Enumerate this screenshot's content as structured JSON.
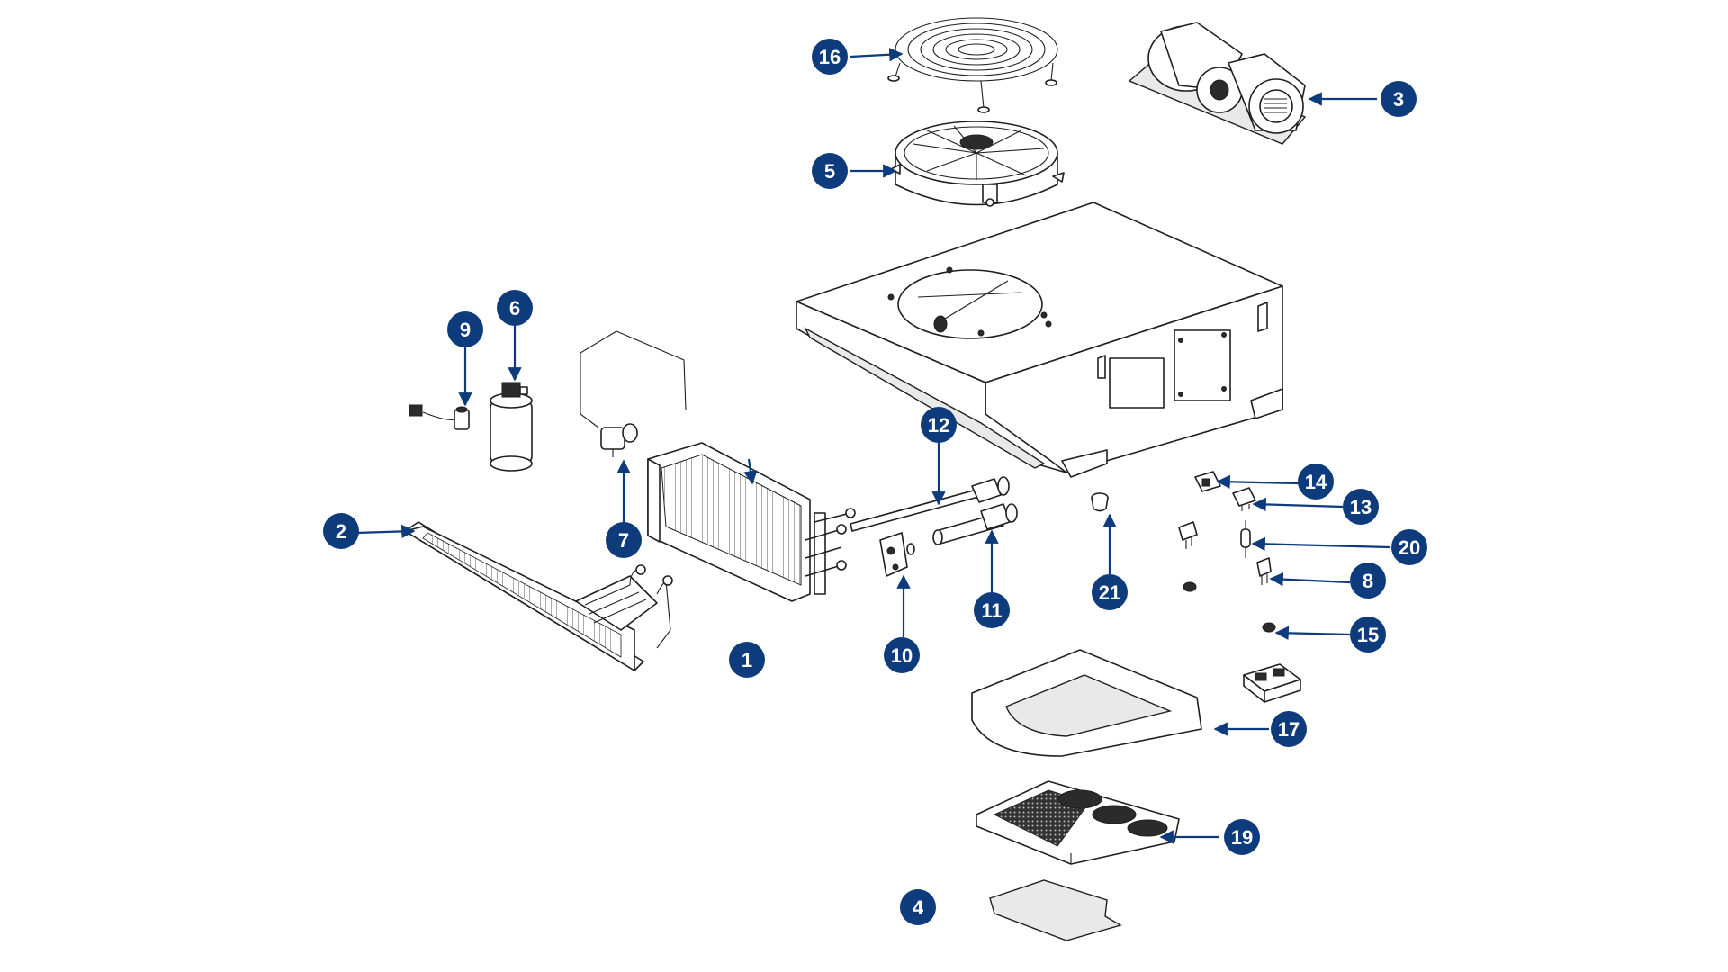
{
  "colors": {
    "callout": "#0d3b7c",
    "line": "#1f1f1f",
    "background": "#ffffff"
  },
  "callouts": [
    {
      "id": "1",
      "label": "1"
    },
    {
      "id": "2",
      "label": "2"
    },
    {
      "id": "3",
      "label": "3"
    },
    {
      "id": "4",
      "label": "4"
    },
    {
      "id": "5",
      "label": "5"
    },
    {
      "id": "6",
      "label": "6"
    },
    {
      "id": "7",
      "label": "7"
    },
    {
      "id": "8",
      "label": "8"
    },
    {
      "id": "9",
      "label": "9"
    },
    {
      "id": "10",
      "label": "10"
    },
    {
      "id": "11",
      "label": "11"
    },
    {
      "id": "12",
      "label": "12"
    },
    {
      "id": "13",
      "label": "13"
    },
    {
      "id": "14",
      "label": "14"
    },
    {
      "id": "15",
      "label": "15"
    },
    {
      "id": "16",
      "label": "16"
    },
    {
      "id": "17",
      "label": "17"
    },
    {
      "id": "19",
      "label": "19"
    },
    {
      "id": "20",
      "label": "20"
    },
    {
      "id": "21",
      "label": "21"
    }
  ]
}
